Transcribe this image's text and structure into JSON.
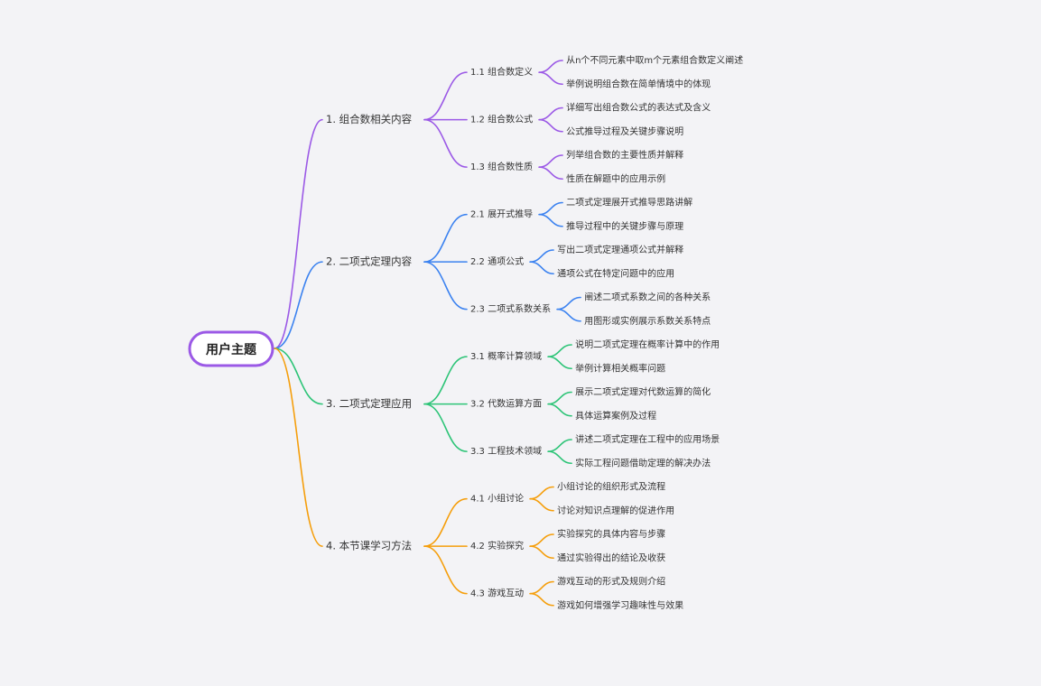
{
  "root": {
    "label": "用户主题"
  },
  "branches": [
    {
      "label": "1. 组合数相关内容",
      "color": "#9b59e6",
      "children": [
        {
          "label": "1.1 组合数定义",
          "children": [
            "从n个不同元素中取m个元素组合数定义阐述",
            "举例说明组合数在简单情境中的体现"
          ]
        },
        {
          "label": "1.2 组合数公式",
          "children": [
            "详细写出组合数公式的表达式及含义",
            "公式推导过程及关键步骤说明"
          ]
        },
        {
          "label": "1.3 组合数性质",
          "children": [
            "列举组合数的主要性质并解释",
            "性质在解题中的应用示例"
          ]
        }
      ]
    },
    {
      "label": "2. 二项式定理内容",
      "color": "#3b82f0",
      "children": [
        {
          "label": "2.1 展开式推导",
          "children": [
            "二项式定理展开式推导思路讲解",
            "推导过程中的关键步骤与原理"
          ]
        },
        {
          "label": "2.2 通项公式",
          "children": [
            "写出二项式定理通项公式并解释",
            "通项公式在特定问题中的应用"
          ]
        },
        {
          "label": "2.3 二项式系数关系",
          "children": [
            "阐述二项式系数之间的各种关系",
            "用图形或实例展示系数关系特点"
          ]
        }
      ]
    },
    {
      "label": "3. 二项式定理应用",
      "color": "#2dc477",
      "children": [
        {
          "label": "3.1 概率计算领域",
          "children": [
            "说明二项式定理在概率计算中的作用",
            "举例计算相关概率问题"
          ]
        },
        {
          "label": "3.2 代数运算方面",
          "children": [
            "展示二项式定理对代数运算的简化",
            "具体运算案例及过程"
          ]
        },
        {
          "label": "3.3 工程技术领域",
          "children": [
            "讲述二项式定理在工程中的应用场景",
            "实际工程问题借助定理的解决办法"
          ]
        }
      ]
    },
    {
      "label": "4. 本节课学习方法",
      "color": "#f59e0b",
      "children": [
        {
          "label": "4.1 小组讨论",
          "children": [
            "小组讨论的组织形式及流程",
            "讨论对知识点理解的促进作用"
          ]
        },
        {
          "label": "4.2 实验探究",
          "children": [
            "实验探究的具体内容与步骤",
            "通过实验得出的结论及收获"
          ]
        },
        {
          "label": "4.3 游戏互动",
          "children": [
            "游戏互动的形式及规则介绍",
            "游戏如何增强学习趣味性与效果"
          ]
        }
      ]
    }
  ]
}
